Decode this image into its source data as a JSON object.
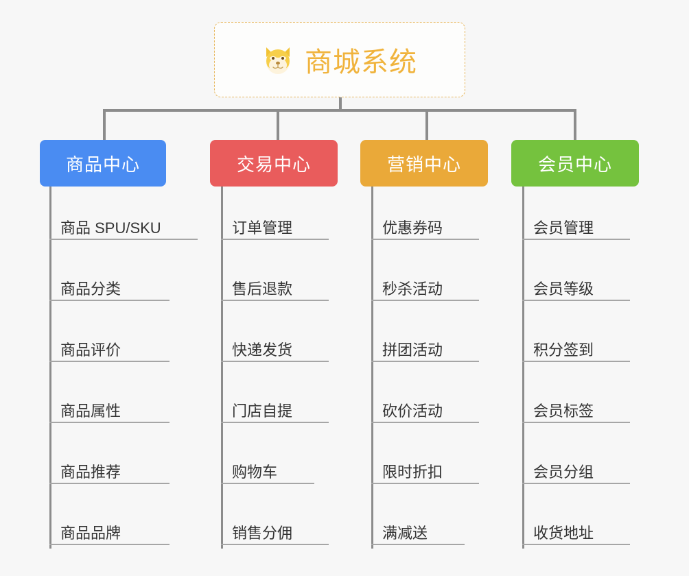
{
  "page": {
    "background_color": "#f7f7f7",
    "type": "mindmap"
  },
  "root": {
    "title": "商城系统",
    "icon": "shiba-dog-emoji",
    "text_color": "#f0b33c",
    "border_color": "#e8b860",
    "background_color": "#fdfdfc"
  },
  "branches": [
    {
      "label": "商品中心",
      "color": "#4a8cf2",
      "items": [
        "商品 SPU/SKU",
        "商品分类",
        "商品评价",
        "商品属性",
        "商品推荐",
        "商品品牌"
      ]
    },
    {
      "label": "交易中心",
      "color": "#e95c5c",
      "items": [
        "订单管理",
        "售后退款",
        "快递发货",
        "门店自提",
        "购物车",
        "销售分佣"
      ]
    },
    {
      "label": "营销中心",
      "color": "#eaa939",
      "items": [
        "优惠券码",
        "秒杀活动",
        "拼团活动",
        "砍价活动",
        "限时折扣",
        "满减送"
      ]
    },
    {
      "label": "会员中心",
      "color": "#75c23e",
      "items": [
        "会员管理",
        "会员等级",
        "积分签到",
        "会员标签",
        "会员分组",
        "收货地址"
      ]
    }
  ],
  "connector": {
    "color": "#8c8c8c",
    "leaf_line_color": "#a6a6a6"
  }
}
